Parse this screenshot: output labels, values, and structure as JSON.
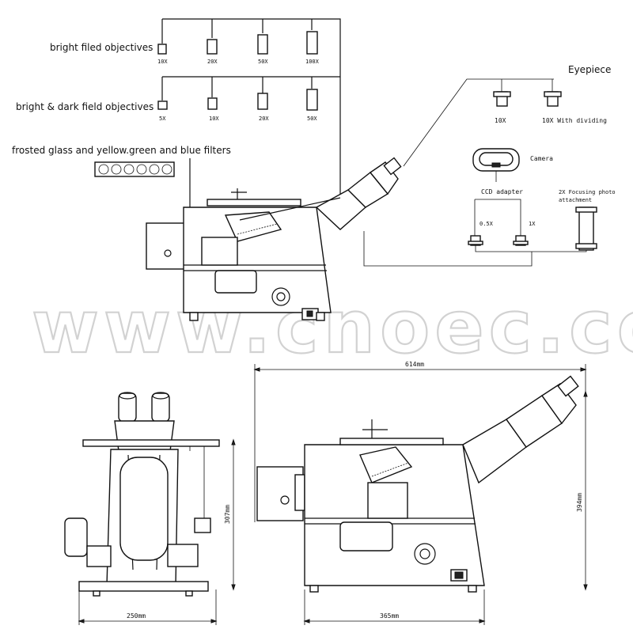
{
  "labels": {
    "bright_field_objectives": "bright filed objectives",
    "bright_dark_field_objectives": "bright & dark field objectives",
    "filters": "frosted glass and yellow.green and blue filters",
    "eyepiece": "Eyepiece",
    "camera": "Camera",
    "ccd_adapter": "CCD adapter",
    "focusing_photo": "2X Focusing photo",
    "attachment": "attachment",
    "adapter_05x": "0.5X",
    "adapter_1x": "1X"
  },
  "bright_field_mags": [
    "10X",
    "20X",
    "50X",
    "100X"
  ],
  "bright_dark_mags": [
    "5X",
    "10X",
    "20X",
    "50X"
  ],
  "eyepieces": [
    "10X",
    "10X With dividing"
  ],
  "dimensions": {
    "front_width": "250mm",
    "side_width": "614mm",
    "base_width": "365mm",
    "front_height": "307mm",
    "side_height": "394mm"
  },
  "watermark": "www.cnoec.com"
}
